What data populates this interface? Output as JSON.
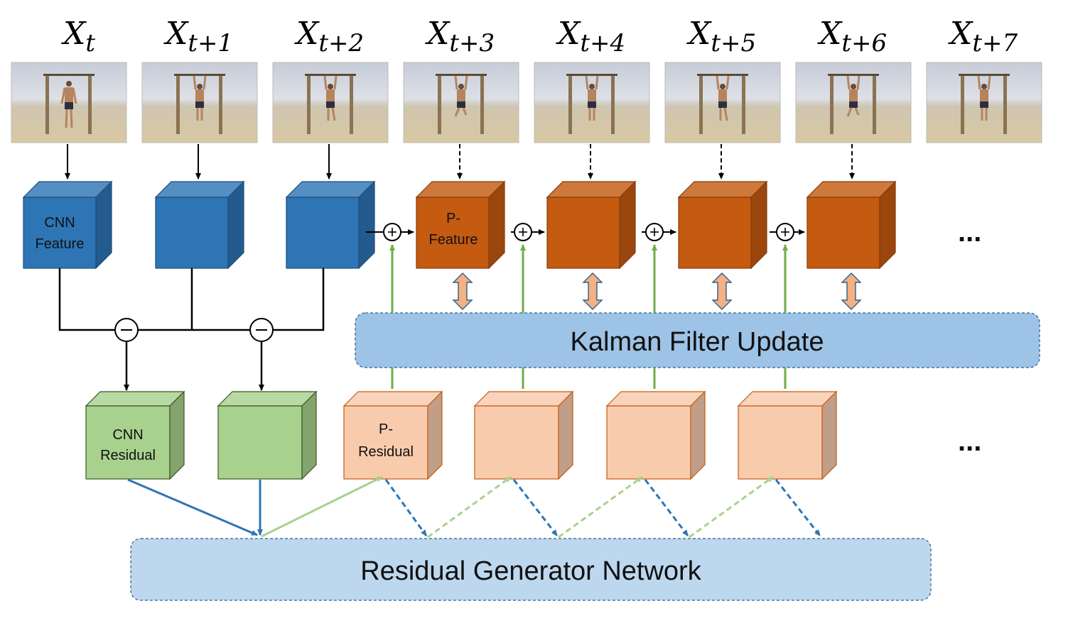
{
  "frames": [
    {
      "base": "X",
      "sub": "t"
    },
    {
      "base": "X",
      "sub": "t+1"
    },
    {
      "base": "X",
      "sub": "t+2"
    },
    {
      "base": "X",
      "sub": "t+3"
    },
    {
      "base": "X",
      "sub": "t+4"
    },
    {
      "base": "X",
      "sub": "t+5"
    },
    {
      "base": "X",
      "sub": "t+6"
    },
    {
      "base": "X",
      "sub": "t+7"
    }
  ],
  "feature_labels": {
    "cnn_line1": "CNN",
    "cnn_line2": "Feature",
    "pred_line1": "P-",
    "pred_line2": "Feature"
  },
  "residual_labels": {
    "cnn_line1": "CNN",
    "cnn_line2": "Residual",
    "pred_line1": "P-",
    "pred_line2": "Residual"
  },
  "kalman_label": "Kalman Filter Update",
  "generator_label": "Residual Generator Network",
  "continuation": "...",
  "colors": {
    "cnn_feature": "#2e75b6",
    "pred_feature": "#c55a11",
    "cnn_residual": "#a9d18e",
    "pred_residual": "#f8cbad",
    "bar_fill": "#9dc3e6",
    "green_arrow": "#70ad47",
    "blue_arrow": "#2e75b6"
  }
}
